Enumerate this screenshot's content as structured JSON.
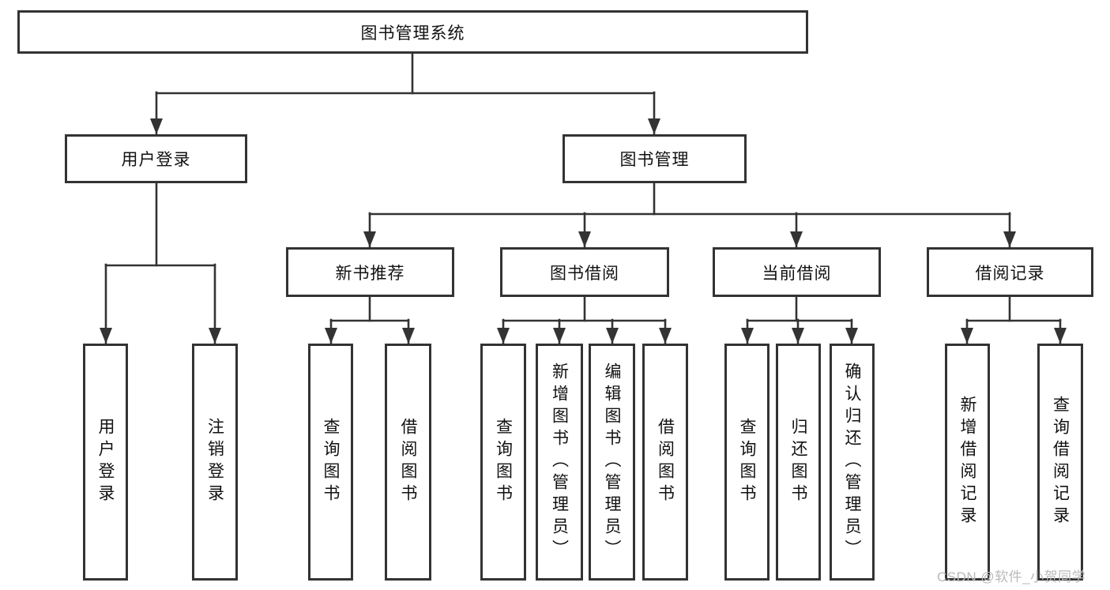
{
  "colors": {
    "line": "#333333",
    "text": "#111111",
    "background": "#ffffff",
    "watermark": "#b9b9b9"
  },
  "watermark": {
    "text": "CSDN @软件_小贺同学"
  },
  "hierarchy": {
    "label": "图书管理系统",
    "children": [
      {
        "label": "用户登录",
        "children": [
          {
            "label": "用户登录"
          },
          {
            "label": "注销登录"
          }
        ]
      },
      {
        "label": "图书管理",
        "children": [
          {
            "label": "新书推荐",
            "children": [
              {
                "label": "查询图书"
              },
              {
                "label": "借阅图书"
              }
            ]
          },
          {
            "label": "图书借阅",
            "children": [
              {
                "label": "查询图书"
              },
              {
                "label": "新增图书（管理员）"
              },
              {
                "label": "编辑图书（管理员）"
              },
              {
                "label": "借阅图书"
              }
            ]
          },
          {
            "label": "当前借阅",
            "children": [
              {
                "label": "查询图书"
              },
              {
                "label": "归还图书"
              },
              {
                "label": "确认归还（管理员）"
              }
            ]
          },
          {
            "label": "借阅记录",
            "children": [
              {
                "label": "新增借阅记录"
              },
              {
                "label": "查询借阅记录"
              }
            ]
          }
        ]
      }
    ]
  }
}
